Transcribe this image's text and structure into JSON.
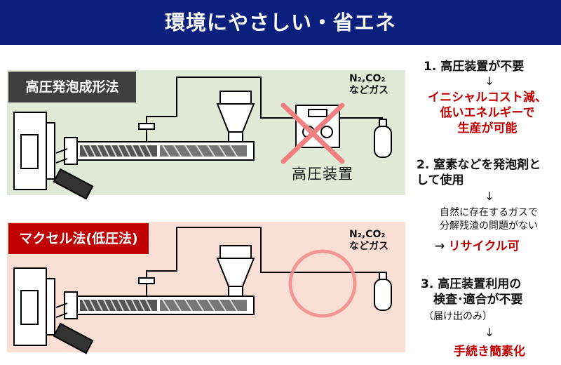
{
  "header": {
    "title": "環境にやさしい・省エネ"
  },
  "panel_top": {
    "label": "高圧発泡成形法",
    "gas_line1": "N₂,CO₂",
    "gas_line2": "などガス",
    "device_label": "高圧装置"
  },
  "panel_bottom": {
    "label": "マクセル法(低圧法)",
    "gas_line1": "N₂,CO₂",
    "gas_line2": "などガス"
  },
  "benefits": {
    "b1_title": "1. 高圧装置が不要",
    "b1_arrow": "↓",
    "b1_result_line1": "イニシャルコスト減、",
    "b1_result_line2": "低いエネルギーで",
    "b1_result_line3": "生産が可能",
    "b2_title_line1": "2. 窒素などを発泡剤と",
    "b2_title_line2": "して使用",
    "b2_arrow": "↓",
    "b2_note_line1": "自然に存在するガスで",
    "b2_note_line2": "分解残渣の問題がない",
    "b2_result_arrow": "→",
    "b2_result": "リサイクル可",
    "b3_title_line1": "3. 高圧装置利用の",
    "b3_title_line2": "検査･適合が不要",
    "b3_note": "（届け出のみ）",
    "b3_arrow": "↓",
    "b3_result": "手続き簡素化"
  },
  "colors": {
    "header_bg": "#0b1f7c",
    "panel_top_bg": "#e0ead6",
    "panel_bottom_bg": "#fadfd4",
    "accent_red": "#c00000",
    "cross_pink": "#f08080"
  }
}
